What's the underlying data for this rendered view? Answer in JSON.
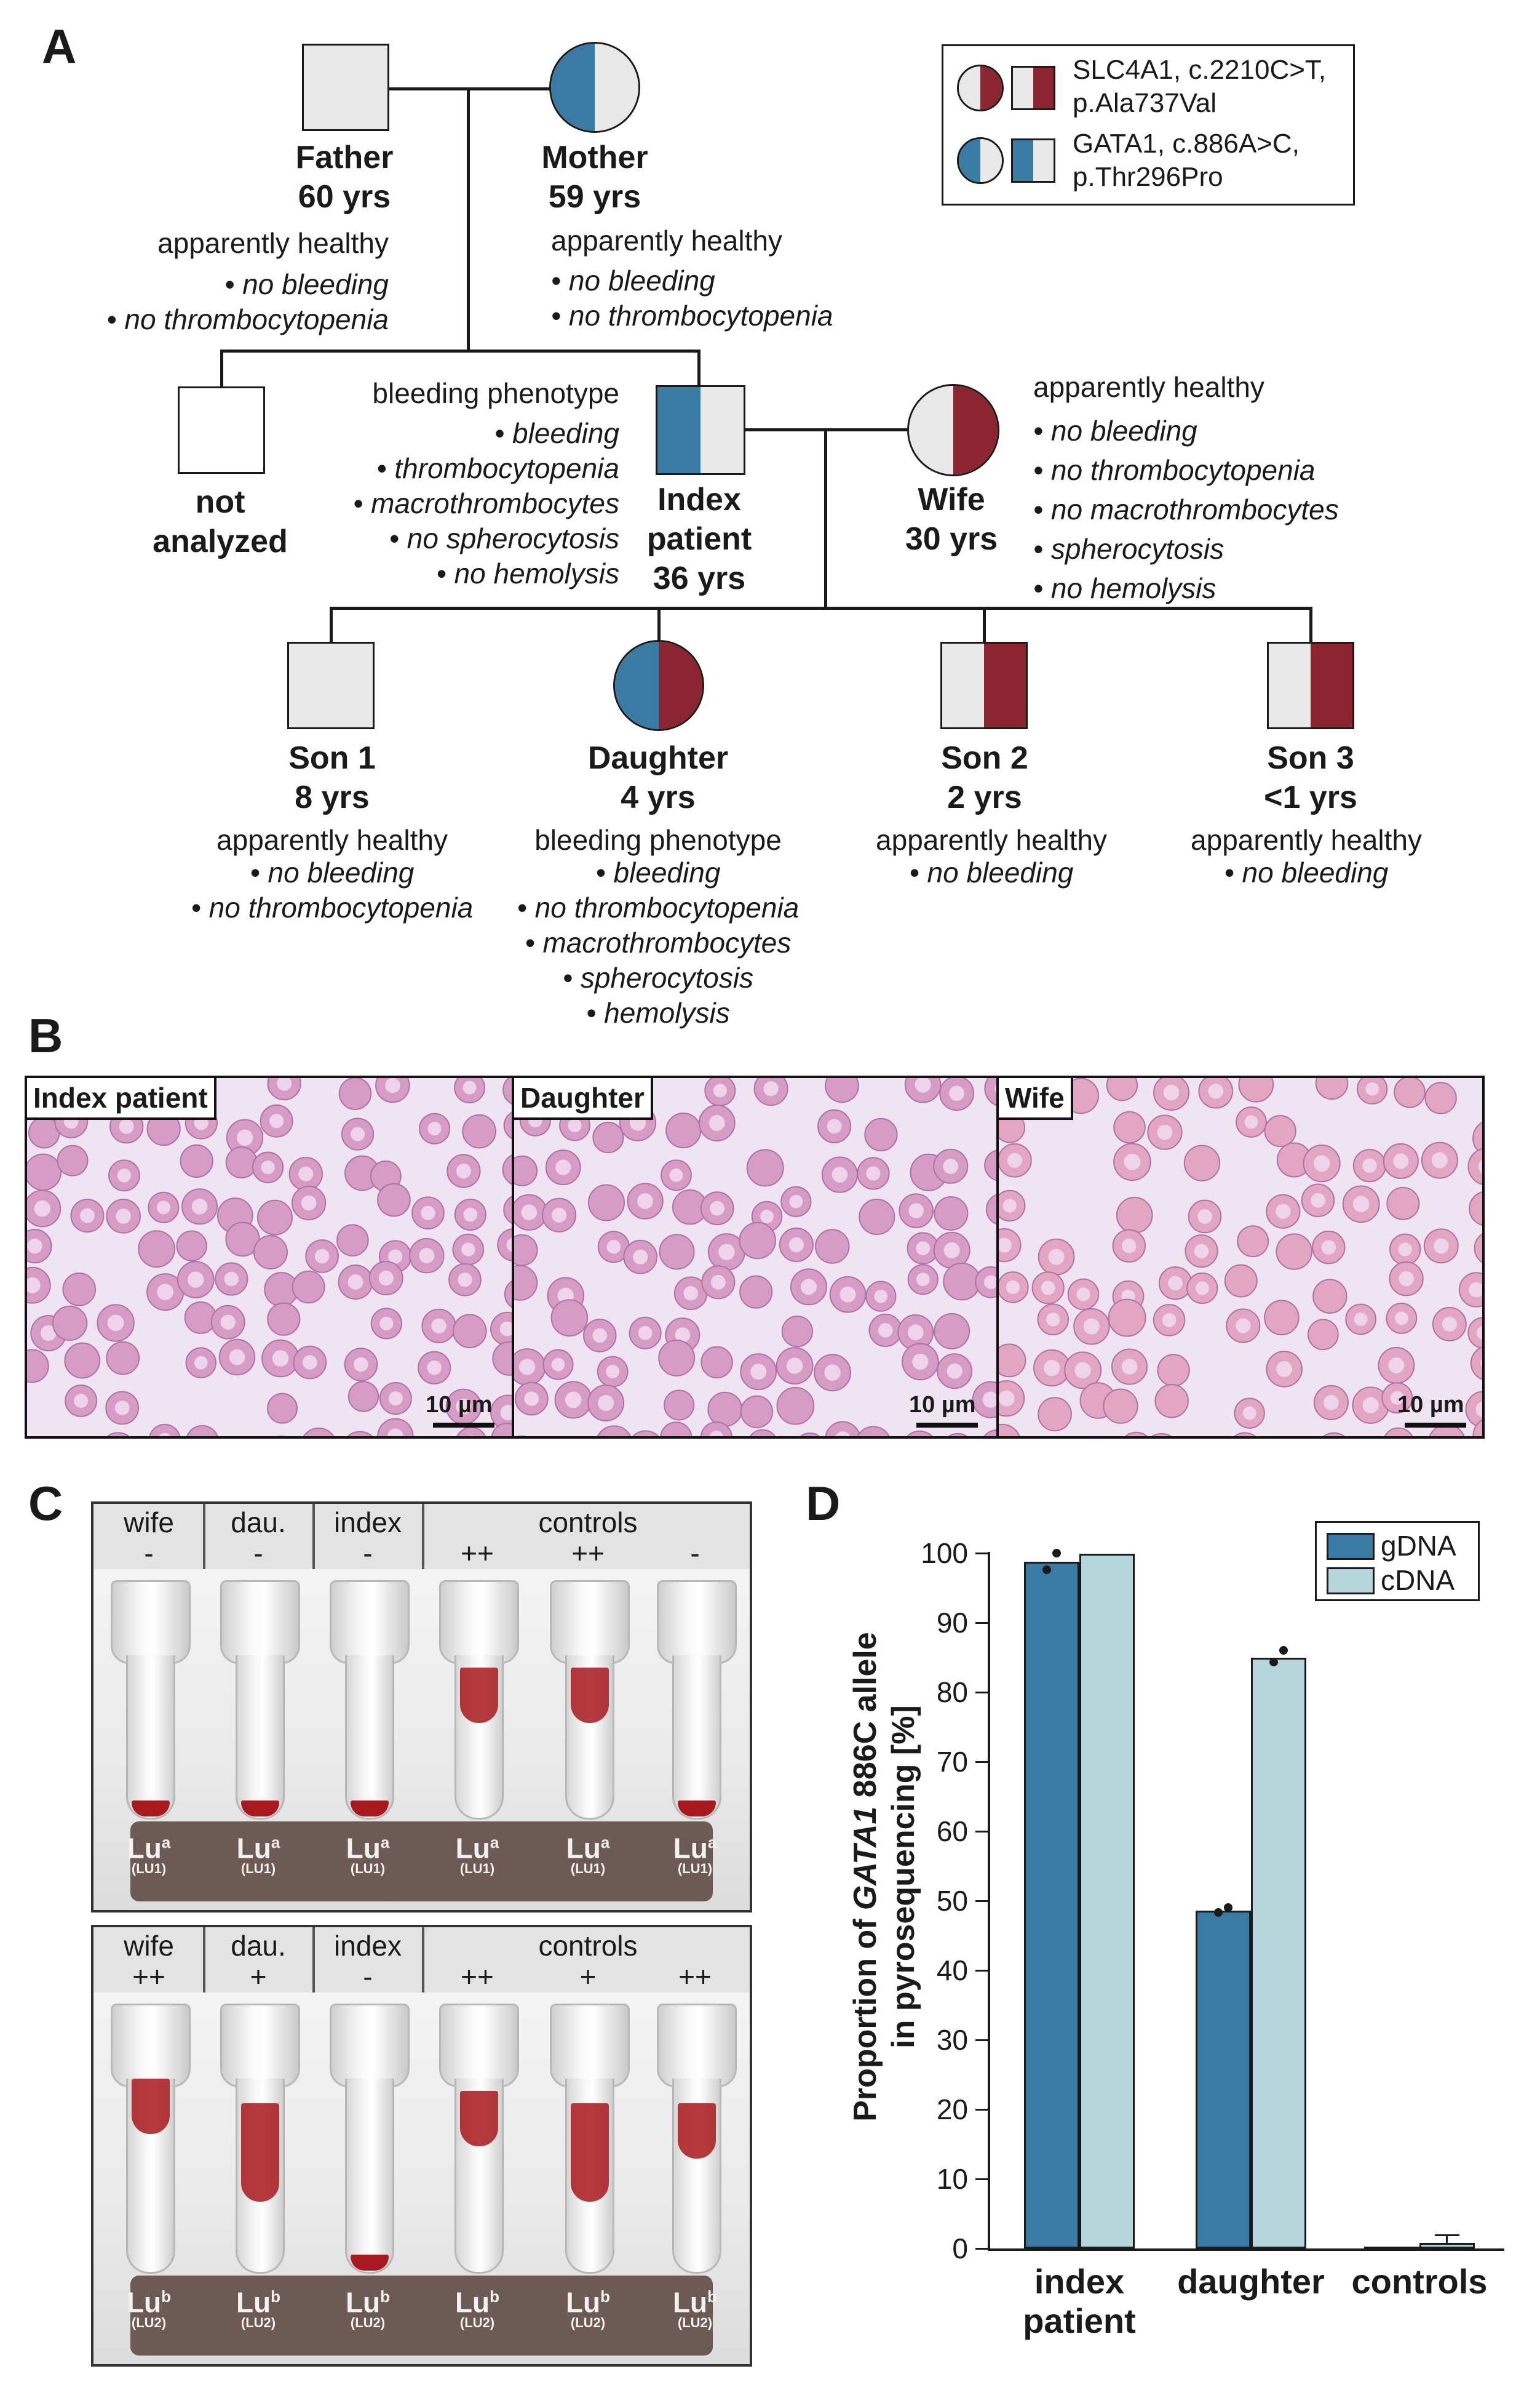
{
  "panels": {
    "a": "A",
    "b": "B",
    "c": "C",
    "d": "D"
  },
  "colors": {
    "gata1": "#3a7ba3",
    "slc4a1": "#8b2630",
    "unaffected": "#e8e8e8",
    "cdna": "#b7d6dc",
    "gdna": "#3a7ba3"
  },
  "legend": [
    {
      "line1": "SLC4A1, c.2210C>T,",
      "line2": "p.Ala737Val"
    },
    {
      "line1": "GATA1, c.886A>C,",
      "line2": "p.Thr296Pro"
    }
  ],
  "pedigree": {
    "father": {
      "name": "Father",
      "age": "60 yrs",
      "status": "apparently healthy",
      "traits": [
        "• no bleeding",
        "• no thrombocytopenia"
      ]
    },
    "mother": {
      "name": "Mother",
      "age": "59 yrs",
      "status": "apparently healthy",
      "traits": [
        "• no bleeding",
        "• no thrombocytopenia"
      ]
    },
    "sibling": {
      "line1": "not",
      "line2": "analyzed"
    },
    "index": {
      "line1": "Index",
      "line2": "patient",
      "age": "36 yrs",
      "status": "bleeding phenotype",
      "traits": [
        "• bleeding",
        "• thrombocytopenia",
        "• macrothrombocytes",
        "• no spherocytosis",
        "• no hemolysis"
      ]
    },
    "wife": {
      "name": "Wife",
      "age": "30 yrs",
      "status": "apparently healthy",
      "traits": [
        "• no bleeding",
        "• no thrombocytopenia",
        "• no macrothrombocytes",
        "• spherocytosis",
        "• no hemolysis"
      ]
    },
    "son1": {
      "name": "Son 1",
      "age": "8 yrs",
      "status": "apparently healthy",
      "traits": [
        "• no bleeding",
        "• no thrombocytopenia"
      ]
    },
    "daughter": {
      "name": "Daughter",
      "age": "4 yrs",
      "status": "bleeding phenotype",
      "traits": [
        "• bleeding",
        "• no thrombocytopenia",
        "• macrothrombocytes",
        "• spherocytosis",
        "• hemolysis"
      ]
    },
    "son2": {
      "name": "Son 2",
      "age": "2 yrs",
      "status": "apparently healthy",
      "traits": [
        "• no bleeding"
      ]
    },
    "son3": {
      "name": "Son 3",
      "age": "<1 yrs",
      "status": "apparently healthy",
      "traits": [
        "• no bleeding"
      ]
    }
  },
  "micrographs": [
    {
      "label": "Index patient",
      "scale": "10 µm"
    },
    {
      "label": "Daughter",
      "scale": "10 µm"
    },
    {
      "label": "Wife",
      "scale": "10 µm"
    }
  ],
  "tubes": {
    "top": {
      "groups": [
        "wife",
        "dau.",
        "index",
        "controls"
      ],
      "results": [
        "-",
        "-",
        "-",
        "++",
        "++",
        "-"
      ],
      "antigen": "Lu",
      "sup": "a",
      "code": "(LU1)"
    },
    "bottom": {
      "groups": [
        "wife",
        "dau.",
        "index",
        "controls"
      ],
      "results": [
        "++",
        "+",
        "-",
        "++",
        "+",
        "++"
      ],
      "antigen": "Lu",
      "sup": "b",
      "code": "(LU2)"
    }
  },
  "chart_data": {
    "type": "bar",
    "ylabel_pre": "Proportion of ",
    "ylabel_gene": "GATA1",
    "ylabel_post": " 886C allele",
    "ylabel_line2": "in pyrosequencing [%]",
    "ylim": [
      0,
      100
    ],
    "yticks": [
      "0",
      "10",
      "20",
      "30",
      "40",
      "50",
      "60",
      "70",
      "80",
      "90",
      "100"
    ],
    "categories": [
      "index patient",
      "daughter",
      "controls"
    ],
    "category_lines": [
      [
        "index",
        "patient"
      ],
      [
        "daughter"
      ],
      [
        "controls"
      ]
    ],
    "series": [
      {
        "name": "gDNA",
        "values": [
          98.8,
          48.6,
          0.3
        ],
        "points": [
          [
            97.6,
            100
          ],
          [
            48.3,
            49
          ],
          []
        ]
      },
      {
        "name": "cDNA",
        "values": [
          99.9,
          85.0,
          0.8
        ],
        "points": [
          [],
          [
            84.3,
            86
          ],
          []
        ],
        "err": [
          0,
          0,
          1.2
        ]
      }
    ],
    "legend": "top-right"
  }
}
